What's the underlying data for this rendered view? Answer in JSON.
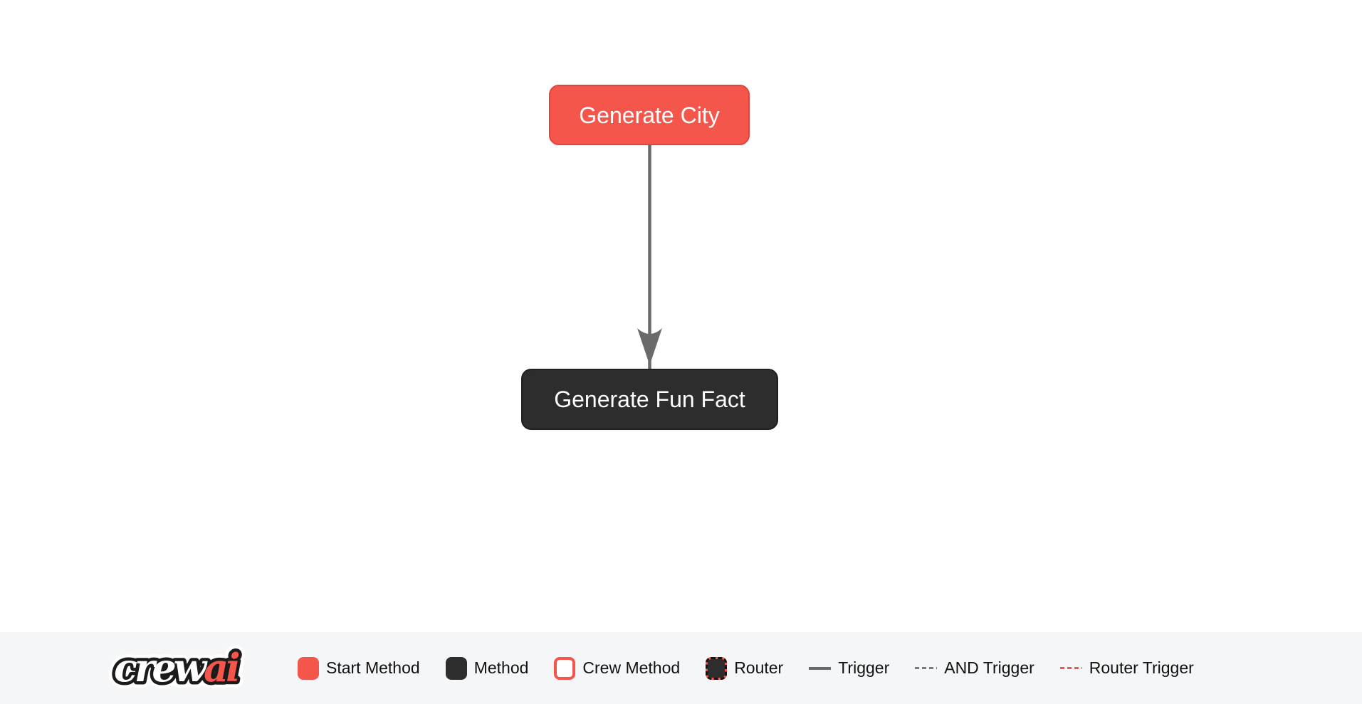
{
  "flow": {
    "nodes": [
      {
        "id": "generate_city",
        "label": "Generate City",
        "type": "start-method",
        "color": "#f5564c"
      },
      {
        "id": "generate_fun_fact",
        "label": "Generate Fun Fact",
        "type": "method",
        "color": "#2d2d2d"
      }
    ],
    "edges": [
      {
        "from": "generate_city",
        "to": "generate_fun_fact",
        "type": "trigger",
        "color": "#6a6a6a"
      }
    ]
  },
  "legend": {
    "logo": {
      "part1": "crew",
      "part2": "ai"
    },
    "items": [
      {
        "label": "Start Method",
        "swatch": "start-method-swatch"
      },
      {
        "label": "Method",
        "swatch": "method-swatch"
      },
      {
        "label": "Crew Method",
        "swatch": "crew-method-swatch"
      },
      {
        "label": "Router",
        "swatch": "router-swatch"
      },
      {
        "label": "Trigger",
        "swatch": "trigger-line-swatch"
      },
      {
        "label": "AND Trigger",
        "swatch": "and-trigger-line-swatch"
      },
      {
        "label": "Router Trigger",
        "swatch": "router-trigger-line-swatch"
      }
    ]
  },
  "colors": {
    "accent_red": "#f5564c",
    "dark_node": "#2d2d2d",
    "edge_gray": "#6a6a6a",
    "legend_background": "#f5f6f7",
    "canvas_background": "#ffffff",
    "node_text": "#ffffff",
    "legend_text": "#101010"
  }
}
